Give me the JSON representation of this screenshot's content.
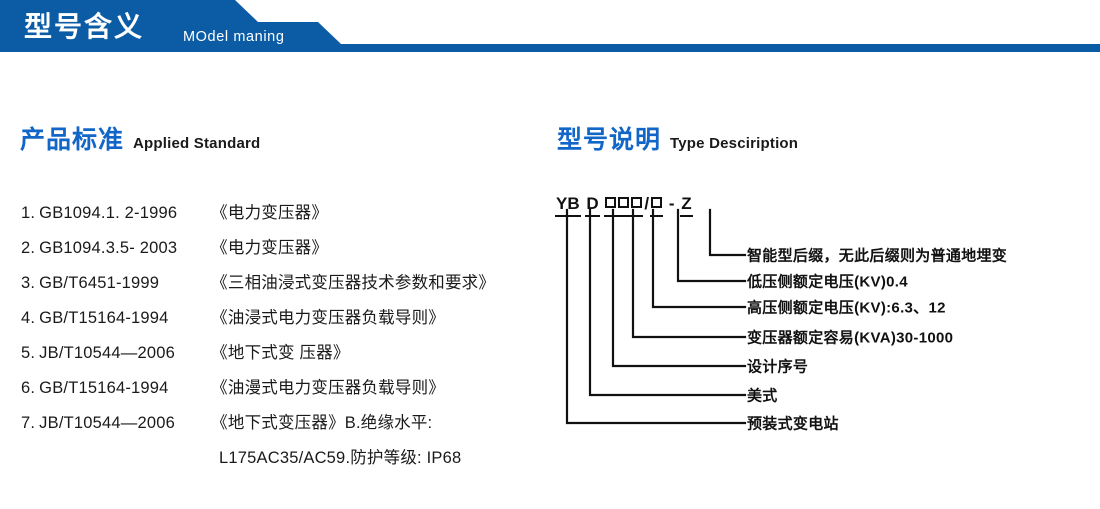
{
  "banner": {
    "title": "型号含义",
    "subtitle": "MOdel maning",
    "color": "#0b5ca4"
  },
  "sections": {
    "left": {
      "cn": "产品标准",
      "en": "Applied Standard",
      "accent": "#1266c8"
    },
    "right": {
      "cn": "型号说明",
      "en": "Type Desciription",
      "accent": "#1266c8"
    }
  },
  "standards": [
    {
      "num": "1.",
      "code": "GB1094.1. 2-1996",
      "title": "《电力变压器》"
    },
    {
      "num": "2.",
      "code": "GB1094.3.5- 2003",
      "title": "《电力变压器》"
    },
    {
      "num": "3.",
      "code": "GB/T6451-1999",
      "title": "《三相油浸式变压器技术参数和要求》"
    },
    {
      "num": "4.",
      "code": "GB/T15164-1994",
      "title": "《油浸式电力变压器负载导则》"
    },
    {
      "num": "5.",
      "code": "JB/T10544—2006",
      "title": "《地下式变 压器》"
    },
    {
      "num": "6.",
      "code": "GB/T15164-1994",
      "title": "《油漫式电力变压器负载导则》"
    },
    {
      "num": "7.",
      "code": "JB/T10544—2006",
      "title": "《地下式变压器》B.绝缘水平:"
    }
  ],
  "standards_continuation": "L175AC35/AC59.防护等级: IP68",
  "type_code": {
    "parts": [
      "YB",
      "D",
      "□",
      "□",
      "□",
      "/",
      "□",
      "-",
      "Z"
    ],
    "display": "YB D □□□/□ - Z"
  },
  "type_labels": [
    {
      "text": "智能型后缀，无此后缀则为普通地埋变"
    },
    {
      "text": "低压侧额定电压(KV)0.4"
    },
    {
      "text": "高压侧额定电压(KV):6.3、12"
    },
    {
      "text": "变压器额定容易(KVA)30-1000"
    },
    {
      "text": "设计序号"
    },
    {
      "text": "美式"
    },
    {
      "text": "预装式变电站"
    }
  ]
}
